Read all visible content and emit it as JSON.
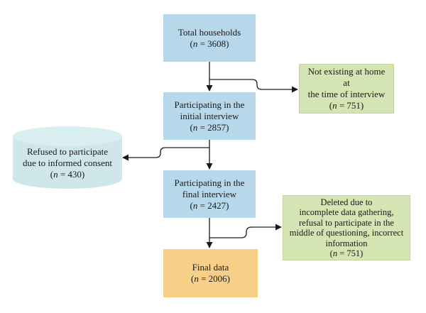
{
  "nodes": {
    "total_households": {
      "lines": [
        "Total households"
      ],
      "count": "3608",
      "color": "#b6d8ea"
    },
    "not_at_home": {
      "lines": [
        "Not existing at home at",
        "the time of interview"
      ],
      "count": "751",
      "color": "#d5e4b3"
    },
    "initial_interview": {
      "lines": [
        "Participating in the",
        "initial interview"
      ],
      "count": "2857",
      "color": "#b6d8ea"
    },
    "refused": {
      "lines": [
        "Refused to participate",
        "due to informed consent"
      ],
      "count": "430",
      "color": "#cfe7ea"
    },
    "final_interview": {
      "lines": [
        "Participating in the",
        "final interview"
      ],
      "count": "2427",
      "color": "#b6d8ea"
    },
    "deleted": {
      "lines": [
        "Deleted due to",
        "incomplete data gathering,",
        "refusal to participate in the",
        "middle of questioning, incorrect",
        "information"
      ],
      "count": "751",
      "color": "#d5e4b3"
    },
    "final_data": {
      "lines": [
        "Final data"
      ],
      "count": "2006",
      "color": "#f8cf86"
    }
  },
  "count_prefix": "n",
  "count_equals": " = ",
  "edges": [
    {
      "from": "total_households",
      "to": "initial_interview"
    },
    {
      "from": "total_households",
      "to": "not_at_home"
    },
    {
      "from": "initial_interview",
      "to": "final_interview"
    },
    {
      "from": "initial_interview",
      "to": "refused"
    },
    {
      "from": "final_interview",
      "to": "final_data"
    },
    {
      "from": "final_interview",
      "to": "deleted"
    }
  ]
}
